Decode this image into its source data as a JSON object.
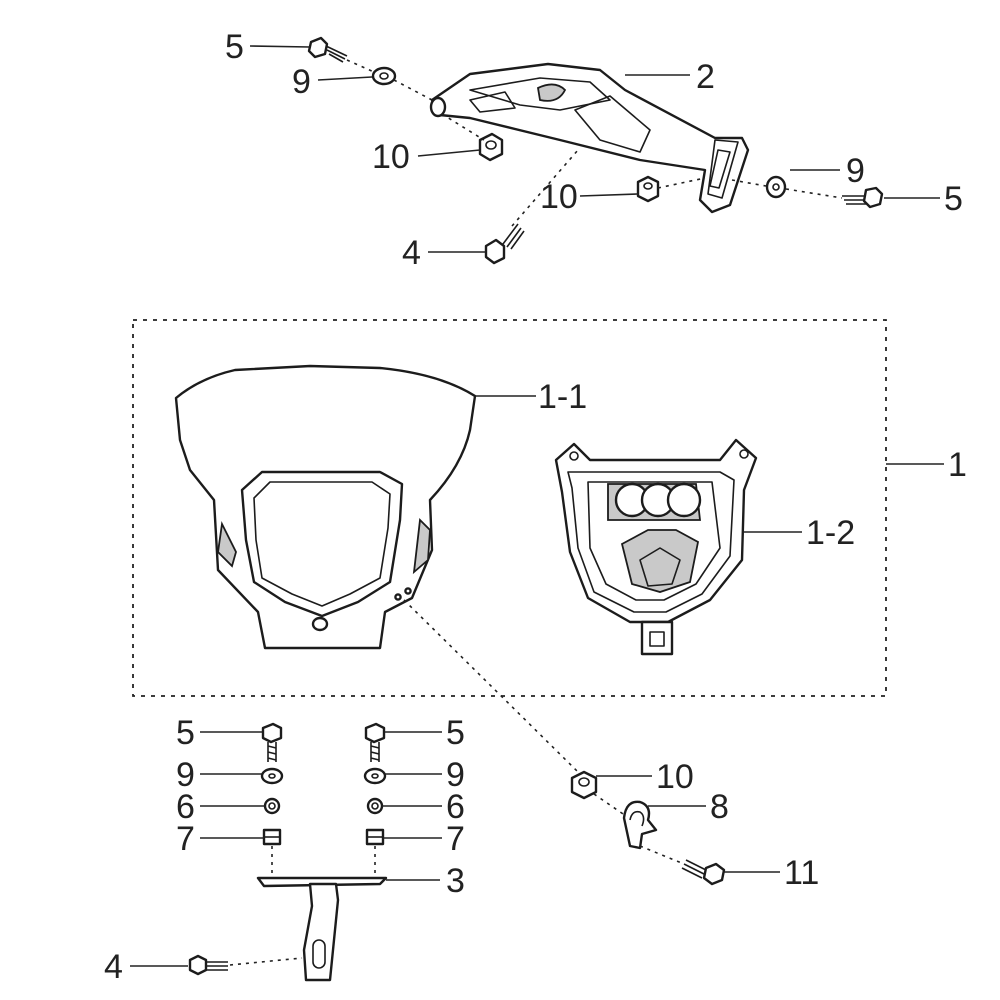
{
  "callouts": {
    "c5a": "5",
    "c9a": "9",
    "c2": "2",
    "c10a": "10",
    "c9b": "9",
    "c10b": "10",
    "c5b": "5",
    "c4a": "4",
    "c1_1": "1-1",
    "c1": "1",
    "c1_2": "1-2",
    "c5c": "5",
    "c9c": "9",
    "c6a": "6",
    "c7a": "7",
    "c5d": "5",
    "c9d": "9",
    "c6b": "6",
    "c7b": "7",
    "c3": "3",
    "c10c": "10",
    "c8": "8",
    "c11": "11",
    "c4b": "4"
  }
}
